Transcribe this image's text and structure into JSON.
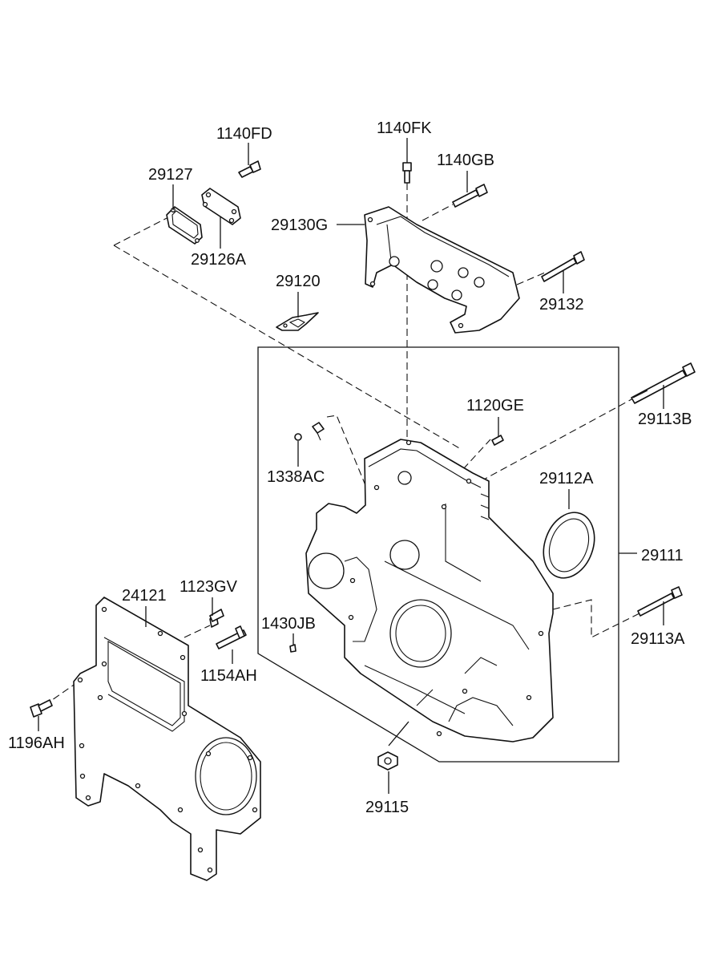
{
  "diagram": {
    "part_labels": [
      {
        "id": "p1140FD",
        "text": "1140FD"
      },
      {
        "id": "p1140FK",
        "text": "1140FK"
      },
      {
        "id": "p1140GB",
        "text": "1140GB"
      },
      {
        "id": "p29127",
        "text": "29127"
      },
      {
        "id": "p29130G",
        "text": "29130G"
      },
      {
        "id": "p29126A",
        "text": "29126A"
      },
      {
        "id": "p29120",
        "text": "29120"
      },
      {
        "id": "p29132",
        "text": "29132"
      },
      {
        "id": "p29113B",
        "text": "29113B"
      },
      {
        "id": "p1120GE",
        "text": "1120GE"
      },
      {
        "id": "p1338AC",
        "text": "1338AC"
      },
      {
        "id": "p29112A",
        "text": "29112A"
      },
      {
        "id": "p29111",
        "text": "29111"
      },
      {
        "id": "p24121",
        "text": "24121"
      },
      {
        "id": "p1123GV",
        "text": "1123GV"
      },
      {
        "id": "p1430JB",
        "text": "1430JB"
      },
      {
        "id": "p29113A",
        "text": "29113A"
      },
      {
        "id": "p1154AH",
        "text": "1154AH"
      },
      {
        "id": "p1196AH",
        "text": "1196AH"
      },
      {
        "id": "p29115",
        "text": "29115"
      }
    ]
  }
}
